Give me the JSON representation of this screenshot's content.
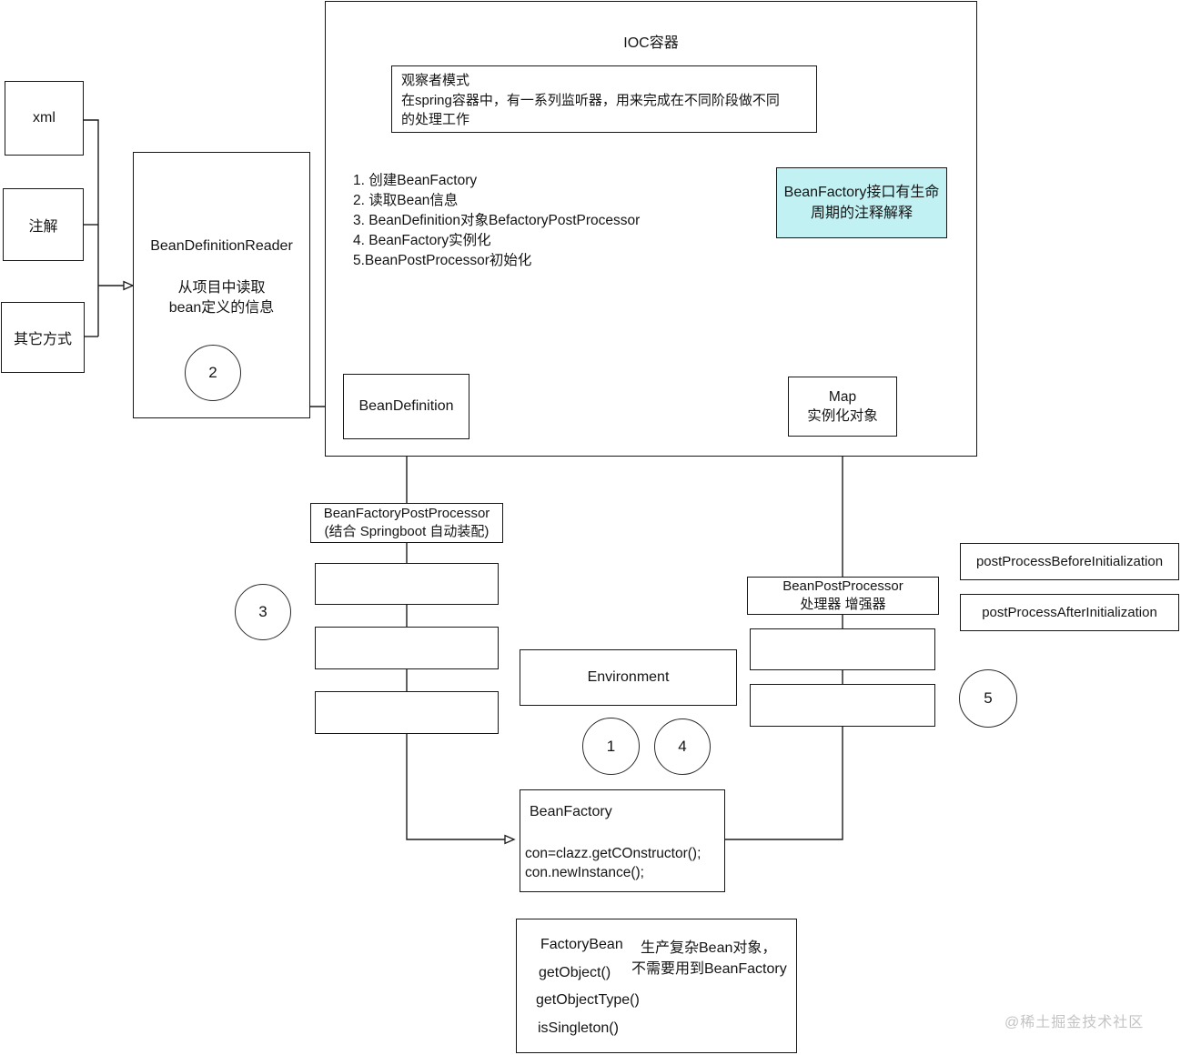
{
  "diagram": {
    "watermark": "@稀土掘金技术社区",
    "colors": {
      "note_bg": "#c2f1f3",
      "stroke": "#161616",
      "watermark": "#c4c4c4"
    },
    "ioc": {
      "title": "IOC容器"
    },
    "observer": {
      "line1": "观察者模式",
      "line2": "在spring容器中，有一系列监听器，用来完成在不同阶段做不同",
      "line3": "的处理工作"
    },
    "steps": [
      "1. 创建BeanFactory",
      "2. 读取Bean信息",
      "3. BeanDefinition对象BefactoryPostProcessor",
      "4. BeanFactory实例化",
      "5.BeanPostProcessor初始化"
    ],
    "note": {
      "line1": "BeanFactory接口有生命",
      "line2": "周期的注释解释"
    },
    "sources": {
      "xml": "xml",
      "annotation": "注解",
      "other": "其它方式"
    },
    "reader": {
      "title": "BeanDefinitionReader",
      "desc1": "从项目中读取",
      "desc2": "bean定义的信息"
    },
    "bean_definition": {
      "label": "BeanDefinition"
    },
    "map": {
      "line1": "Map",
      "line2": "实例化对象"
    },
    "bfpp": {
      "line1": "BeanFactoryPostProcessor",
      "line2": "(结合 Springboot 自动装配)"
    },
    "bpp": {
      "line1": "BeanPostProcessor",
      "line2": "处理器 增强器"
    },
    "environment": {
      "label": "Environment"
    },
    "post_before": {
      "label": "postProcessBeforeInitialization"
    },
    "post_after": {
      "label": "postProcessAfterInitialization"
    },
    "bean_factory": {
      "title": "BeanFactory",
      "code1": "con=clazz.getCOnstructor();",
      "code2": "con.newInstance();"
    },
    "factory_bean": {
      "title": "FactoryBean",
      "note1": "生产复杂Bean对象，",
      "note2": "不需要用到BeanFactory",
      "method1": "getObject()",
      "method2": "getObjectType()",
      "method3": "isSingleton()"
    },
    "badges": {
      "step1": "1",
      "step2": "2",
      "step3": "3",
      "step4": "4",
      "step5": "5"
    }
  }
}
